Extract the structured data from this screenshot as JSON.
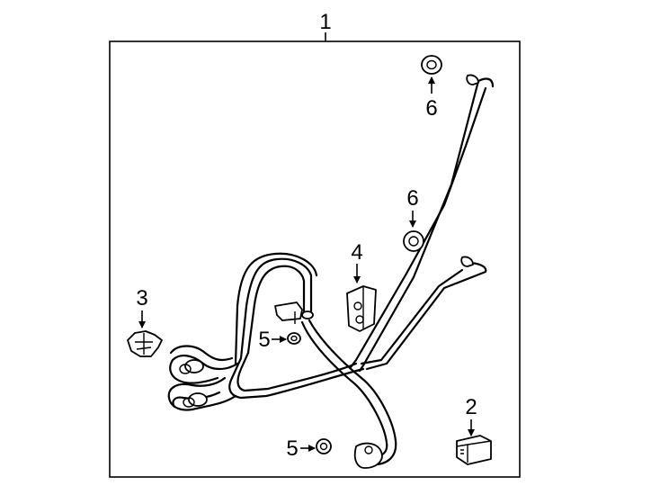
{
  "callouts": {
    "assembly": "1",
    "clip": "2",
    "bracket": "3",
    "retainer": "4",
    "oring_left": "5",
    "oring_bottom": "5",
    "seal_top": "6",
    "seal_mid": "6"
  },
  "colors": {
    "line": "#000000",
    "background": "#ffffff"
  }
}
